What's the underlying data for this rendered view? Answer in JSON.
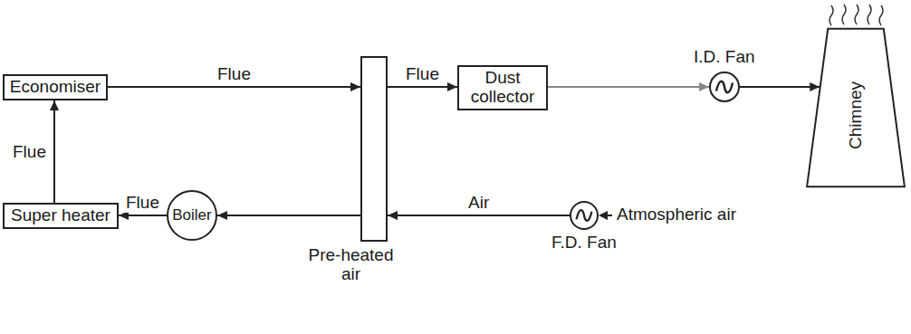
{
  "diagram": {
    "nodes": [
      {
        "text": [
          "Economiser"
        ]
      },
      {
        "text": [
          "Super heater"
        ]
      },
      {
        "text": [
          "Boiler"
        ]
      },
      {
        "text": [
          "Pre-heated air"
        ]
      },
      {
        "text": [
          "Dust collector"
        ]
      },
      {
        "text": [
          "I.D. Fan"
        ]
      },
      {
        "text": [
          "Chimney"
        ]
      },
      {
        "text": [
          "F.D. Fan"
        ]
      }
    ],
    "edges": [
      {
        "from": 2,
        "to": 1,
        "arrow": "to",
        "label": "Flue"
      },
      {
        "from": 1,
        "to": 0,
        "arrow": "to",
        "label": "Flue"
      },
      {
        "from": 0,
        "to": 3,
        "arrow": "to",
        "label": "Flue"
      },
      {
        "from": 3,
        "to": 4,
        "arrow": "to",
        "label": "Flue"
      },
      {
        "from": 4,
        "to": 5,
        "arrow": "to"
      },
      {
        "from": 5,
        "to": 6,
        "arrow": "to"
      },
      {
        "from": 7,
        "to": 3,
        "arrow": "to",
        "label": "Air"
      },
      {
        "from": 3,
        "to": 2,
        "arrow": "to"
      }
    ],
    "labels": [
      "Atmospheric air"
    ]
  }
}
